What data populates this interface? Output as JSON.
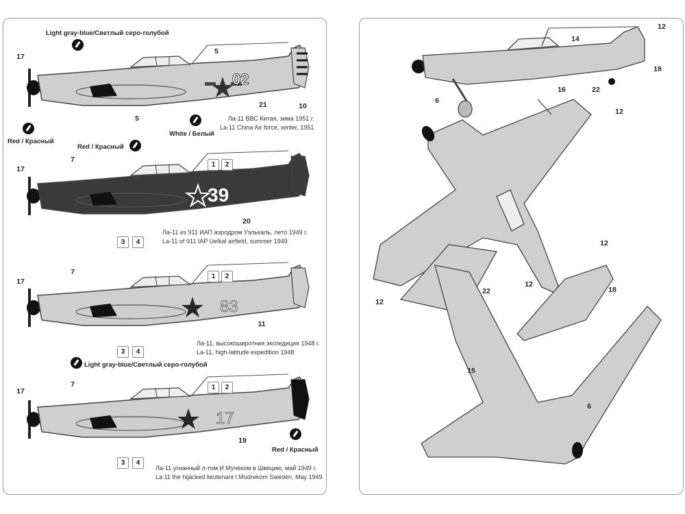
{
  "notes": {
    "gray_blue_1": "Light gray-blue/Светлый серо-голубой",
    "red_1": "Red / Красный",
    "white_1": "White / Белый",
    "red_2": "Red / Красный",
    "gray_blue_2": "Light gray-blue/Светлый серо-голубой",
    "red_3": "Red / Красный"
  },
  "profiles": [
    {
      "number": "02",
      "caption_ru": "Ла-11 ВВС Китая, зима 1951 г.",
      "caption_en": "La-11 China Air force, winter, 1951"
    },
    {
      "number": "39",
      "caption_ru": "Ла-11 из 911 ИАП аэродром Уэлькаль, лето 1949 г.",
      "caption_en": "La-11 of 911 IAP Uelkal airfield, summer 1949"
    },
    {
      "number": "83",
      "caption_ru": "Ла-11, высокоширотная экспедиция 1948 г.",
      "caption_en": "La-11, high-latitude expedition 1948"
    },
    {
      "number": "17",
      "caption_ru": "Ла-11 угнанный л-том И.Мучеком в Швецию, май 1949 г.",
      "caption_en": "La 11 the hijacked lieutenant I.Mudrekom Sweden, May 1949"
    }
  ],
  "callouts": {
    "p1": [
      "17",
      "5",
      "21",
      "10",
      "5"
    ],
    "p2": [
      "17",
      "7",
      "1",
      "2",
      "20",
      "3",
      "4"
    ],
    "p3": [
      "17",
      "7",
      "1",
      "2",
      "11",
      "3",
      "4"
    ],
    "p4": [
      "17",
      "7",
      "1",
      "2",
      "19",
      "3",
      "4"
    ],
    "right": [
      "12",
      "14",
      "18",
      "16",
      "22",
      "6",
      "12",
      "12",
      "12",
      "18",
      "12",
      "22",
      "15",
      "6"
    ]
  },
  "colors": {
    "dark_gray": "#3a3a3a",
    "light_gray": "#c9c9c9",
    "red_star": "#262626"
  }
}
